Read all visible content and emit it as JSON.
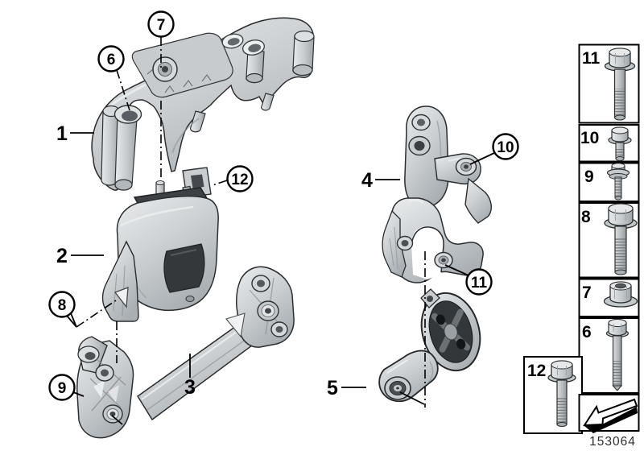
{
  "figure": {
    "kind": "exploded-parts-diagram",
    "subject": "engine-suspension-mounting",
    "background": "#ffffff",
    "line_color": "#000000",
    "metal_color": "#ccd0d3",
    "rubber_color": "#3d4145"
  },
  "callouts": {
    "plain": [
      {
        "num": "1"
      },
      {
        "num": "2"
      },
      {
        "num": "3"
      },
      {
        "num": "4"
      },
      {
        "num": "5"
      }
    ],
    "circled": [
      {
        "num": "6"
      },
      {
        "num": "7"
      },
      {
        "num": "8"
      },
      {
        "num": "9"
      },
      {
        "num": "10"
      },
      {
        "num": "11"
      },
      {
        "num": "12"
      }
    ]
  },
  "parts": [
    {
      "ref": "1",
      "icon": "engine-support-bracket"
    },
    {
      "ref": "2",
      "icon": "engine-mount-with-stop-bracket"
    },
    {
      "ref": "3",
      "icon": "support-arm"
    },
    {
      "ref": "4",
      "icon": "gearbox-mount-bracket"
    },
    {
      "ref": "5",
      "icon": "torque-strut-dogbone-mount"
    }
  ],
  "fastener_panel": {
    "cells": [
      {
        "num": "11",
        "icon": "hex-flange-bolt-long"
      },
      {
        "num": "10",
        "icon": "hex-flange-bolt-short"
      },
      {
        "num": "9",
        "icon": "screw-with-captive-washer"
      },
      {
        "num": "8",
        "icon": "hex-flange-bolt-threaded"
      },
      {
        "num": "7",
        "icon": "hex-flange-nut"
      },
      {
        "num": "6",
        "icon": "hex-bolt-long-shank"
      }
    ],
    "floating_cell": {
      "num": "12",
      "icon": "hex-flange-bolt"
    },
    "arrow_icon": "view-direction-arrow"
  },
  "footer": {
    "doc_number": "153064"
  }
}
